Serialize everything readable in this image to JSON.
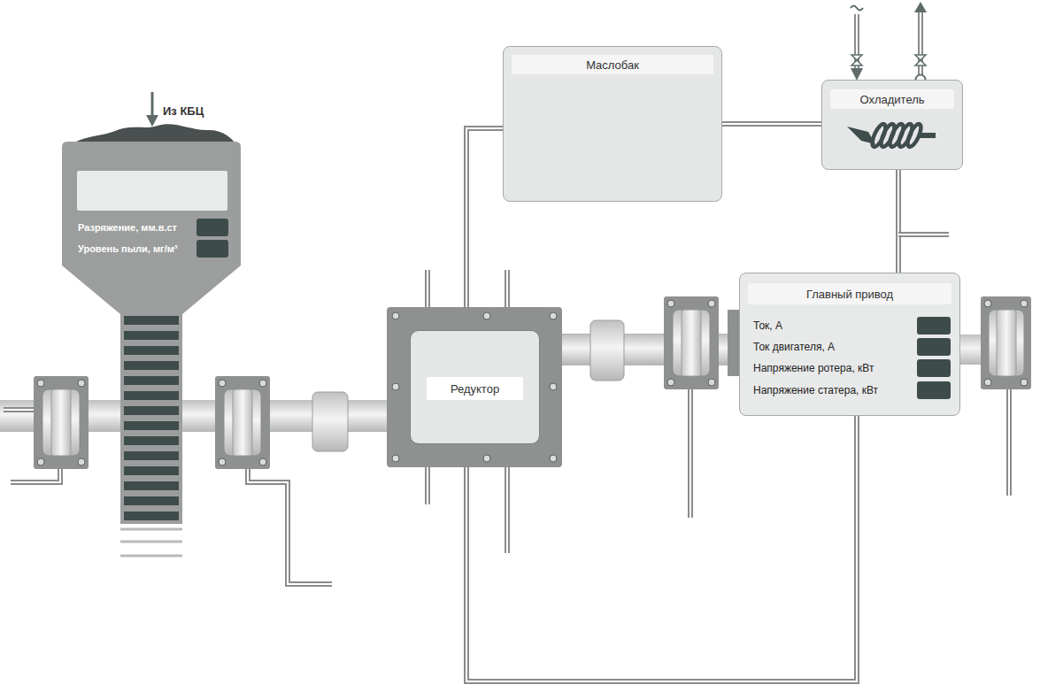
{
  "diagram": {
    "nodes": [
      {
        "text": [
          "Разряжение, мм.в.ст",
          "Уровень пыли, мг/м³"
        ]
      },
      {
        "text": [
          "Маслобак"
        ]
      },
      {
        "text": [
          "Охладитель"
        ]
      },
      {
        "text": [
          "Редуктор"
        ]
      },
      {
        "text": [
          "Главный привод",
          "Ток, А",
          "Ток двигателя, А",
          "Напряжение ротера, кВт",
          "Напряжение статера, кВт"
        ]
      }
    ],
    "edges": [
      {
        "from": 1,
        "to": 3,
        "arrow": "none"
      },
      {
        "from": 1,
        "to": 2,
        "arrow": "none"
      },
      {
        "from": 2,
        "to": 4,
        "arrow": "none"
      },
      {
        "from": 3,
        "to": 4,
        "arrow": "none"
      },
      {
        "from": 3,
        "to": 4,
        "arrow": "none"
      }
    ],
    "labels": [
      "Из КБЦ"
    ]
  }
}
